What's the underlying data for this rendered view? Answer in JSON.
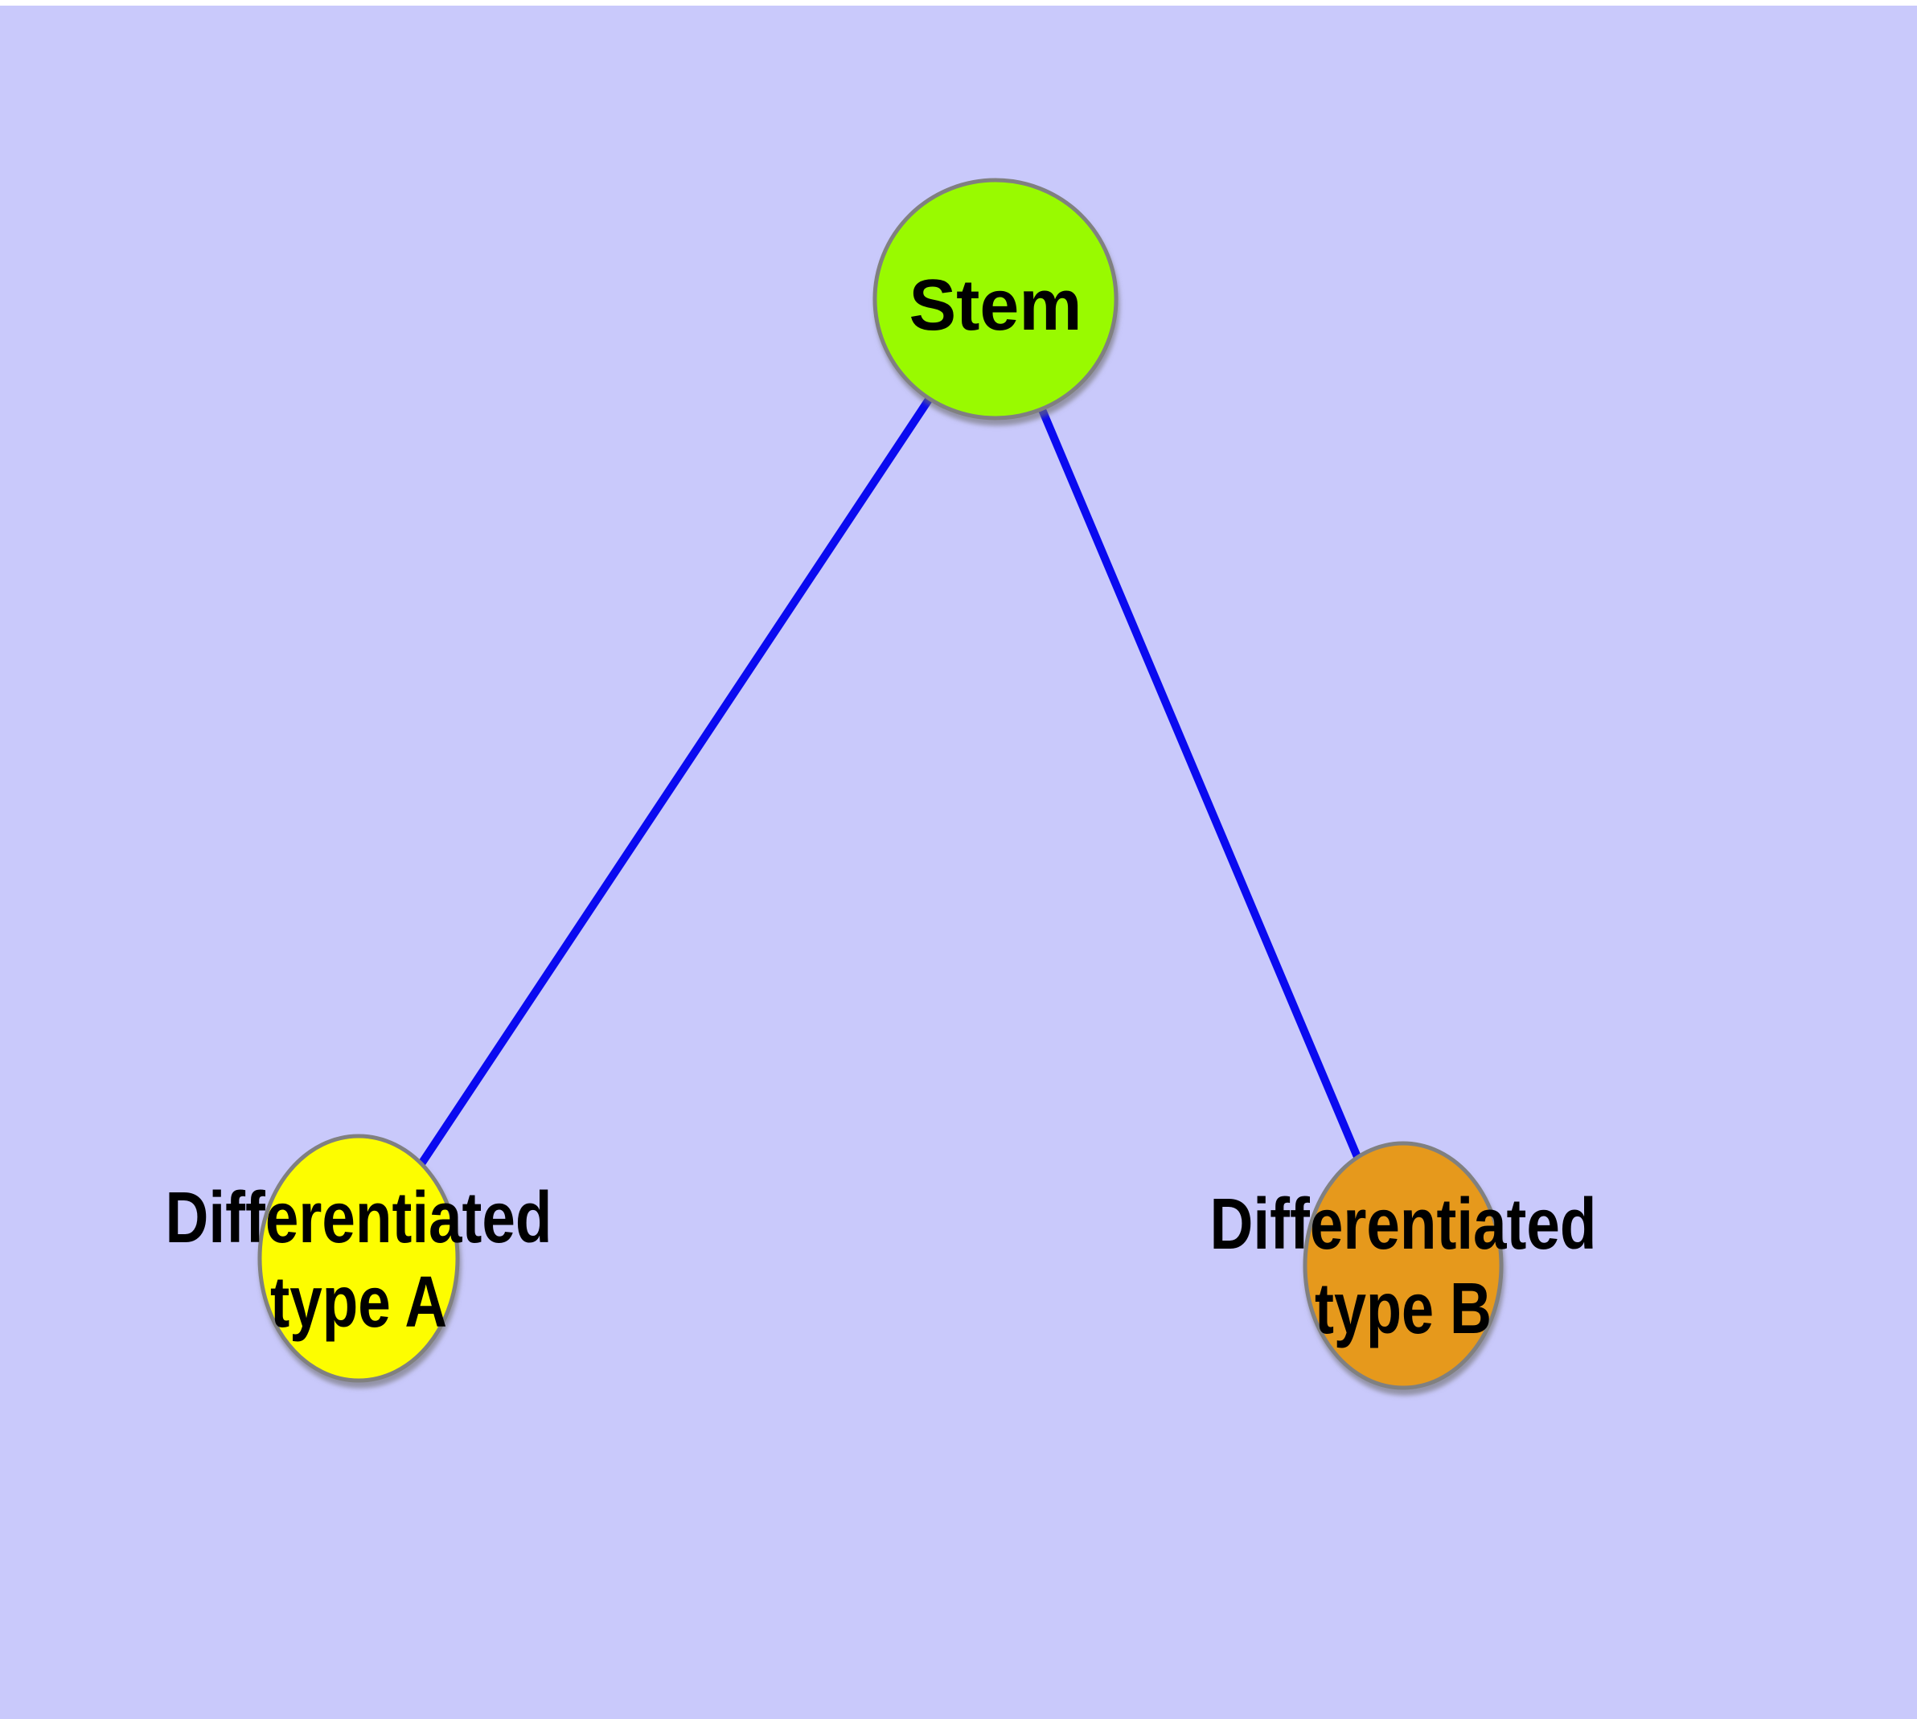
{
  "diagram": {
    "background_color": "#C9C9FB",
    "margin_color": "#FFFFFF",
    "node_border_color": "#808080",
    "edge_color": "#0A0AF0",
    "label_color": "#000000",
    "nodes": [
      {
        "id": "stem",
        "label": "Stem",
        "fill": "#99FA05"
      },
      {
        "id": "diff-a",
        "label_line1": "Differentiated",
        "label_line2": "type A",
        "fill": "#FDFD00"
      },
      {
        "id": "diff-b",
        "label_line1": "Differentiated",
        "label_line2": "type B",
        "fill": "#E6991E"
      }
    ],
    "edges": [
      {
        "from": "Stem",
        "to": "Differentiated type A"
      },
      {
        "from": "Stem",
        "to": "Differentiated type B"
      }
    ]
  }
}
